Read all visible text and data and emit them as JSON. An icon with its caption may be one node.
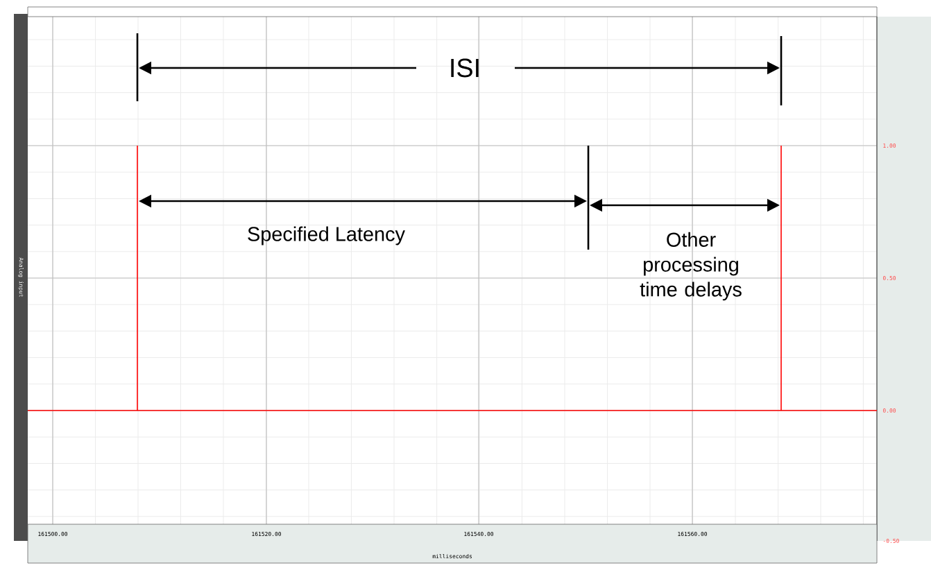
{
  "diagram": {
    "labels": [
      "ISI",
      "Specified Latency",
      "Other processing time delays",
      "1.00",
      "0.50",
      "0.00",
      "-0.50",
      "Analog input",
      "161500.00",
      "161520.00",
      "161540.00",
      "161560.00",
      "milliseconds"
    ]
  }
}
